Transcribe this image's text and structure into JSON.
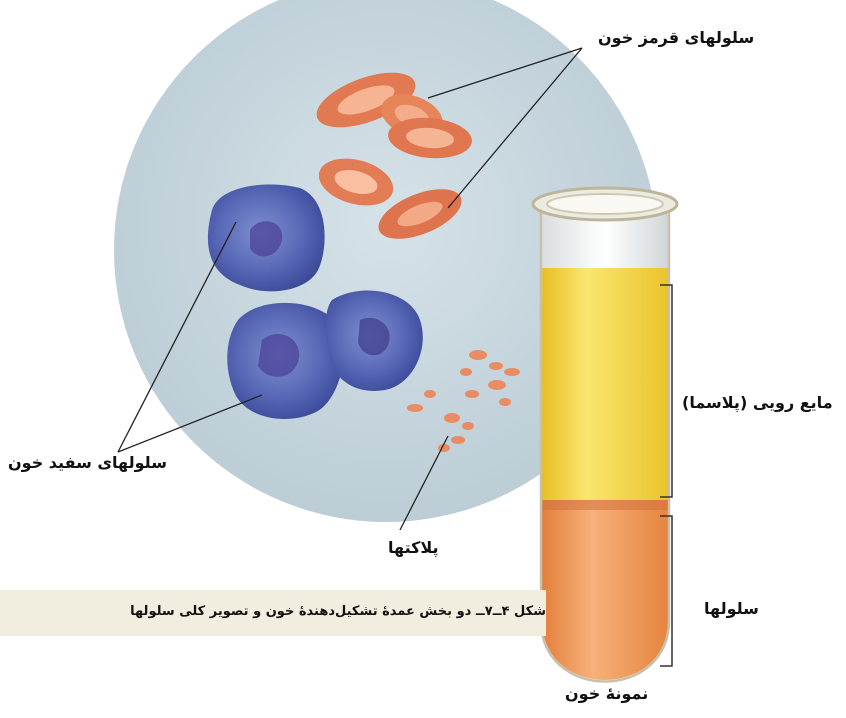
{
  "labels": {
    "red_cells": "سلولهای قرمز خون",
    "white_cells": "سلولهای سفید خون",
    "platelets": "پلاکتها",
    "plasma": "مایع رویی (پلاسما)",
    "cells": "سلولها",
    "blood_sample": "نمونهٔ خون"
  },
  "caption": "شکل ۴ــ۷ــ دو بخش عمدهٔ تشکیل‌دهندهٔ خون و تصویر کلی سلولها",
  "colors": {
    "circle_fill": "#c9d8e0",
    "rbc": "#e8875f",
    "wbc": "#4e5fae",
    "plasma": "#f3d43a",
    "cell_layer": "#ef9a5e"
  }
}
